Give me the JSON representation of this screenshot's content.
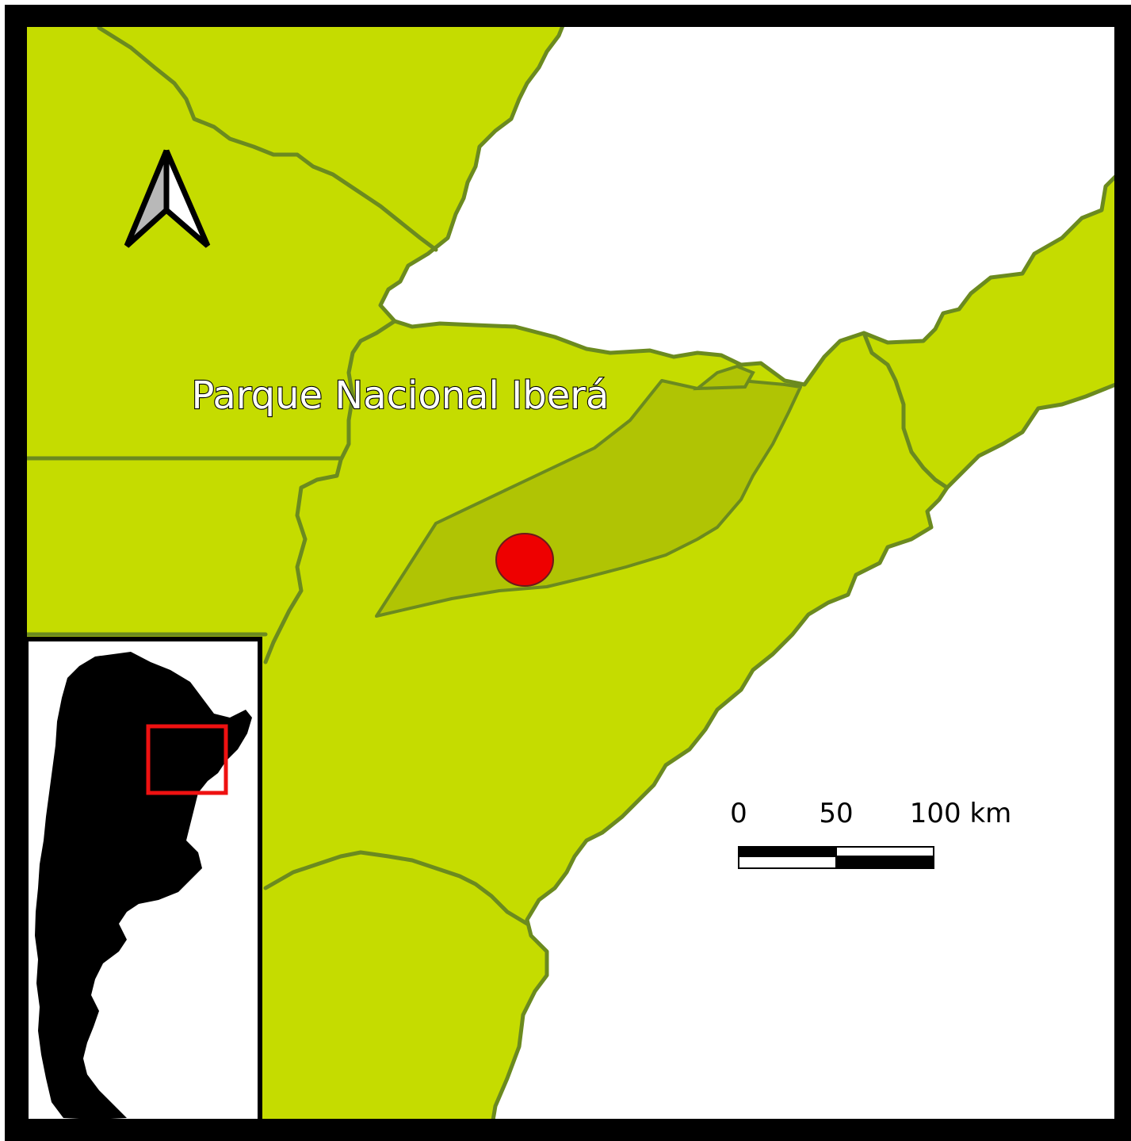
{
  "map": {
    "park_label": "Parque Nacional Iberá",
    "scale_bar": {
      "tick_0": "0",
      "tick_50": "50",
      "tick_100": "100 km"
    },
    "north_arrow_icon": "north-arrow-icon",
    "colors": {
      "land": "#c5dc00",
      "park": "#b0c404",
      "border": "#6b8a1f",
      "water": "#ffffff",
      "site_marker": "#ee0000",
      "inset_country": "#000000",
      "inset_highlight": "#ee1111",
      "frame": "#000000"
    }
  }
}
